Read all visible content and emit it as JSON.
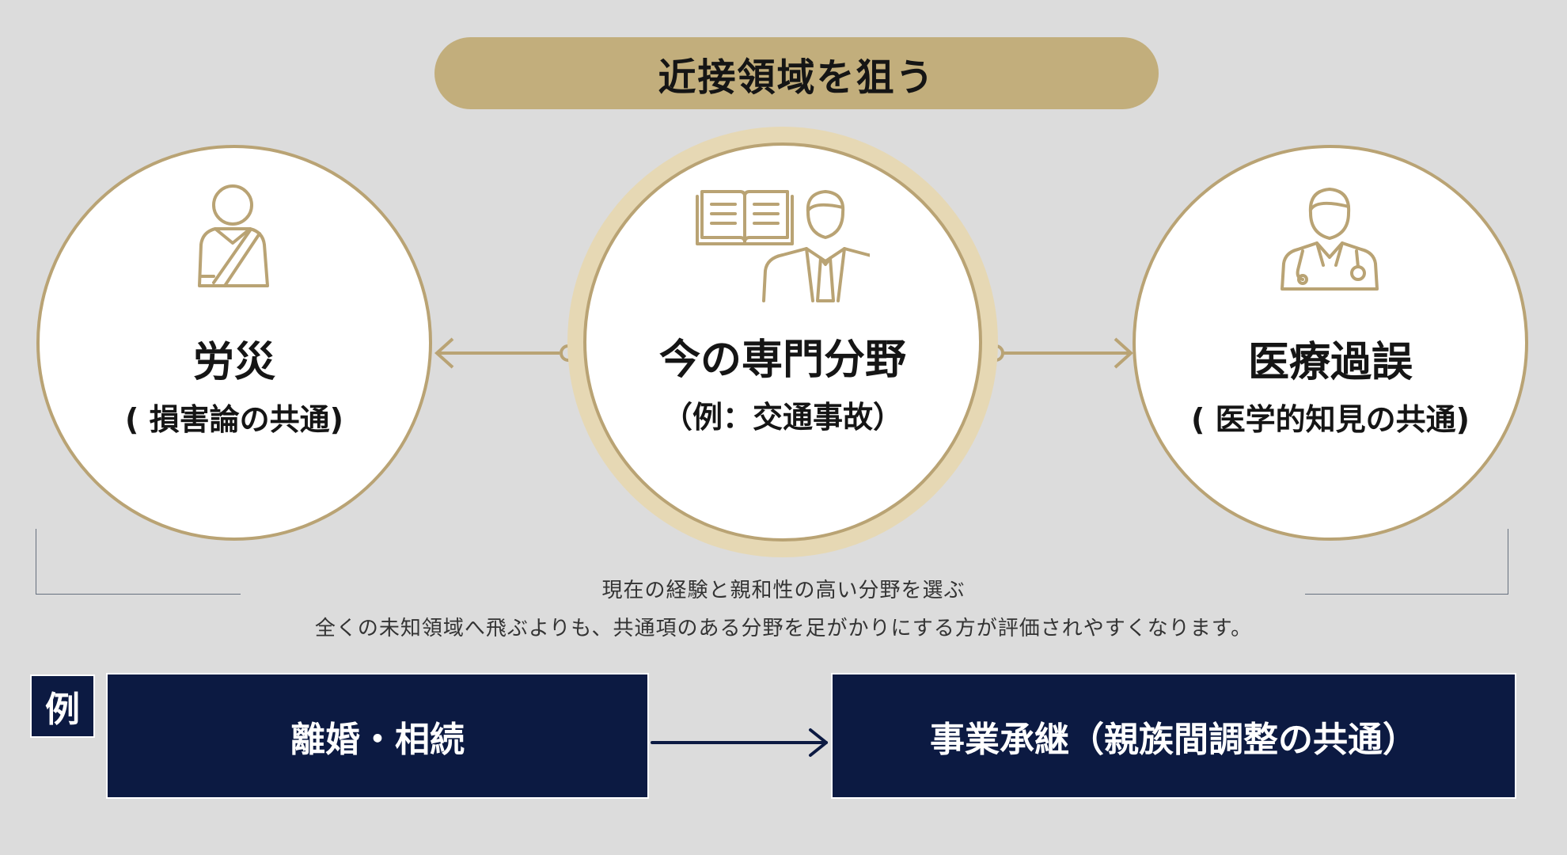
{
  "header": {
    "title": "近接領域を狙う"
  },
  "nodes": {
    "left": {
      "title": "労災",
      "subtitle": "( 損害論の共通)",
      "icon": "injured-person-sling-icon"
    },
    "center": {
      "title": "今の専門分野",
      "subtitle": "（例：交通事故）",
      "icon": "book-and-professional-icon"
    },
    "right": {
      "title": "医療過誤",
      "subtitle": "( 医学的知見の共通)",
      "icon": "doctor-stethoscope-icon"
    }
  },
  "notes": {
    "line1": "現在の経験と親和性の高い分野を選ぶ",
    "line2": "全くの未知領域へ飛ぶよりも、共通項のある分野を足がかりにする方が評価されやすくなります。"
  },
  "example": {
    "label": "例",
    "from": "離婚・相続",
    "to": "事業承継（親族間調整の共通）"
  },
  "colors": {
    "background": "#dcdcdc",
    "gold": "#c2ae7c",
    "gold_border": "#b9a374",
    "navy": "#0c1a42"
  }
}
